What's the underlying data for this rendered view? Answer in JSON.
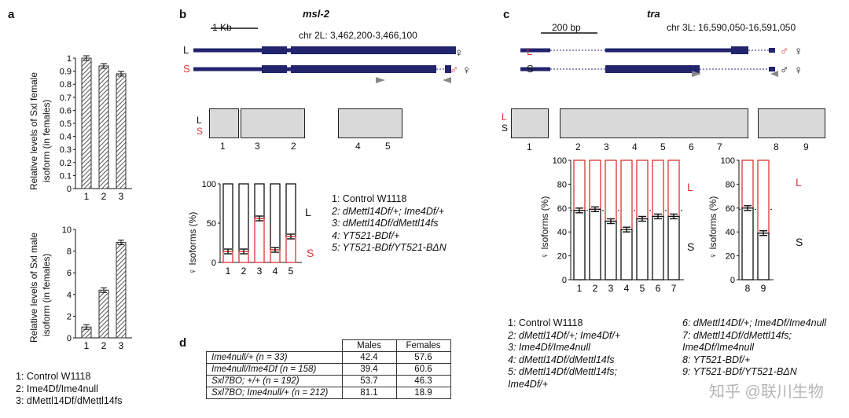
{
  "panels": {
    "a": "a",
    "b": "b",
    "c": "c",
    "d": "d"
  },
  "a": {
    "top_ylabel_1": "Relative levels of Sxl female",
    "top_ylabel_2": "isoform (in females)",
    "bottom_ylabel_1": "Relative levels of Sxl male",
    "bottom_ylabel_2": "isoform (in females)",
    "legend": [
      "1: Control W1118",
      "2: Ime4Df/Ime4null",
      "3: dMettl14Df/dMettl14fs"
    ]
  },
  "b": {
    "title": "msl-2",
    "scale": "1 Kb",
    "coords": "chr 2L: 3,462,200-3,466,100",
    "iso_L": "L",
    "iso_S": "S",
    "gel_L": "L",
    "gel_S": "S",
    "gel_lanes": [
      "1",
      "3",
      "2",
      "4",
      "5"
    ],
    "ylabel": "♀ Isoforms (%)",
    "bar_L": "L",
    "bar_S": "S",
    "legend": [
      "1: Control W1118",
      "2: dMettl14Df/+; Ime4Df/+",
      "3: dMettl14Df/dMettl14fs",
      "4: YT521-BDf/+",
      "5: YT521-BDf/YT521-BΔN"
    ]
  },
  "c": {
    "title": "tra",
    "scale": "200 bp",
    "coords": "chr 3L: 16,590,050-16,591,050",
    "iso_L": "L",
    "iso_S": "S",
    "gel_L": "L",
    "gel_S": "S",
    "gel_lanes": [
      "1",
      "2",
      "3",
      "4",
      "5",
      "6",
      "7",
      "8",
      "9"
    ],
    "ylabel": "♀ Isoforms (%)",
    "bar_L": "L",
    "bar_S": "S",
    "legend_left": [
      "1: Control W1118",
      "2: dMettl14Df/+; Ime4Df/+",
      "3: Ime4Df/Ime4null",
      "4: dMettl14Df/dMettl14fs",
      "5: dMettl14Df/dMettl14fs;",
      "Ime4Df/+"
    ],
    "legend_right": [
      "6: dMettl14Df/+; Ime4Df/Ime4null",
      "7: dMettl14Df/dMettl14fs;",
      "Ime4Df/Ime4null",
      "8: YT521-BDf/+",
      "9: YT521-BDf/YT521-BΔN"
    ]
  },
  "d": {
    "headers": [
      "",
      "Males",
      "Females"
    ],
    "rows": [
      [
        "Ime4null/+ (n = 33)",
        "42.4",
        "57.6"
      ],
      [
        "Ime4null/Ime4Df (n = 158)",
        "39.4",
        "60.6"
      ],
      [
        "Sxl7BO; +/+ (n = 192)",
        "53.7",
        "46.3"
      ],
      [
        "Sxl7BO; Ime4null/+ (n = 212)",
        "81.1",
        "18.9"
      ]
    ]
  },
  "watermark": "知乎 @联川生物",
  "chart_data": [
    {
      "type": "bar",
      "panel": "a-top",
      "categories": [
        "1",
        "2",
        "3"
      ],
      "values": [
        1.0,
        0.94,
        0.88
      ],
      "ylim": [
        0,
        1
      ],
      "yticks": [
        "0",
        "0.1",
        "0.2",
        "0.3",
        "0.4",
        "0.5",
        "0.6",
        "0.7",
        "0.8",
        "0.9",
        "1"
      ]
    },
    {
      "type": "bar",
      "panel": "a-bottom",
      "categories": [
        "1",
        "2",
        "3"
      ],
      "values": [
        1.0,
        4.4,
        8.8
      ],
      "ylim": [
        0,
        10
      ],
      "yticks": [
        "0",
        "2",
        "4",
        "6",
        "8",
        "10"
      ]
    },
    {
      "type": "bar",
      "panel": "b",
      "categories": [
        "1",
        "2",
        "3",
        "4",
        "5"
      ],
      "series": [
        {
          "name": "S",
          "values": [
            14,
            14,
            56,
            16,
            33
          ]
        },
        {
          "name": "L",
          "values": [
            86,
            86,
            44,
            84,
            67
          ]
        }
      ],
      "ylim": [
        0,
        100
      ],
      "yticks": [
        "0",
        "50",
        "100"
      ]
    },
    {
      "type": "bar",
      "panel": "c-left",
      "categories": [
        "1",
        "2",
        "3",
        "4",
        "5",
        "6",
        "7"
      ],
      "series": [
        {
          "name": "S",
          "values": [
            58,
            59,
            49,
            42,
            51,
            53,
            53
          ]
        },
        {
          "name": "L",
          "values": [
            42,
            41,
            51,
            58,
            49,
            47,
            47
          ]
        }
      ],
      "ylim": [
        0,
        100
      ],
      "yticks": [
        "0",
        "20",
        "40",
        "60",
        "80",
        "100"
      ],
      "reference_line": 58
    },
    {
      "type": "bar",
      "panel": "c-right",
      "categories": [
        "8",
        "9"
      ],
      "series": [
        {
          "name": "S",
          "values": [
            60,
            39
          ]
        },
        {
          "name": "L",
          "values": [
            40,
            61
          ]
        }
      ],
      "ylim": [
        0,
        100
      ],
      "yticks": [
        "0",
        "20",
        "40",
        "60",
        "80",
        "100"
      ],
      "reference_line": 59
    }
  ]
}
